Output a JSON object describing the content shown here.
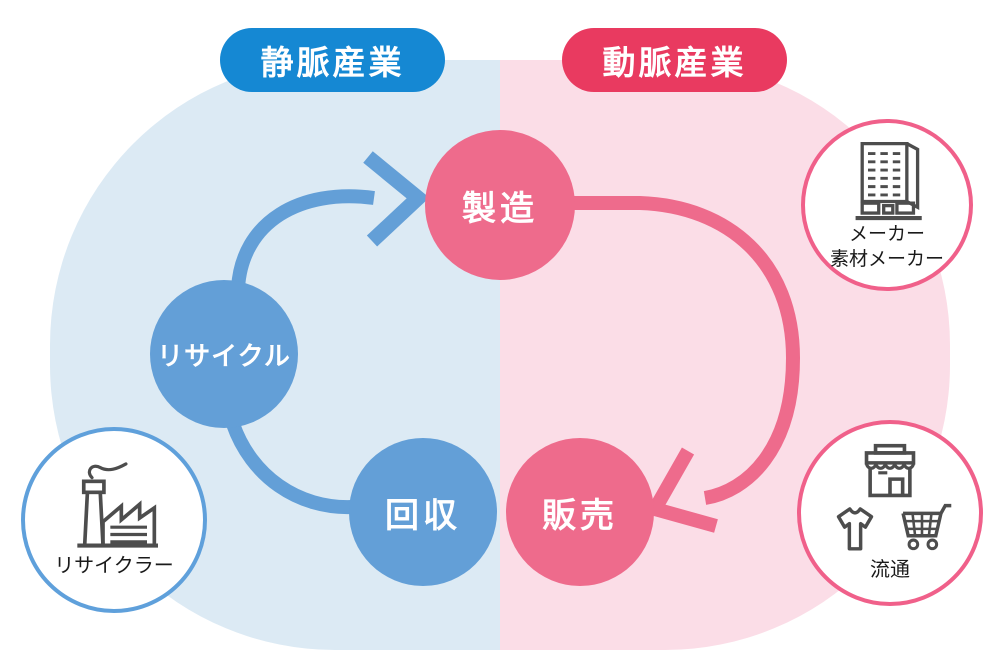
{
  "header": {
    "venous_label": "静脈産業",
    "arterial_label": "動脈産業"
  },
  "cycle_nodes": {
    "manufacture": "製造",
    "sales": "販売",
    "collection": "回収",
    "recycle": "リサイクル"
  },
  "satellites": {
    "maker": {
      "line1": "メーカー",
      "line2": "素材メーカー",
      "icon": "office-building-icon"
    },
    "distribution": {
      "label": "流通",
      "icons": [
        "storefront-icon",
        "tshirt-icon",
        "shopping-cart-icon"
      ]
    },
    "recycler": {
      "label": "リサイクラー",
      "icon": "factory-icon"
    }
  },
  "arrows": [
    {
      "name": "recycle-to-manufacture",
      "color": "#639FD7"
    },
    {
      "name": "collection-to-recycle",
      "color": "#639FD7"
    },
    {
      "name": "manufacture-to-sales",
      "color": "#EE6B8C"
    }
  ],
  "colors": {
    "venous_blue": "#1588D3",
    "arterial_red": "#E93A60",
    "node_blue": "#639FD7",
    "node_pink": "#EE6B8C",
    "background_blue": "#DCEAF4",
    "background_pink": "#FBDDE7",
    "satellite_pink_border": "#F0608A",
    "satellite_blue_border": "#5FA0DB",
    "icon_gray": "#4D4D4D"
  }
}
